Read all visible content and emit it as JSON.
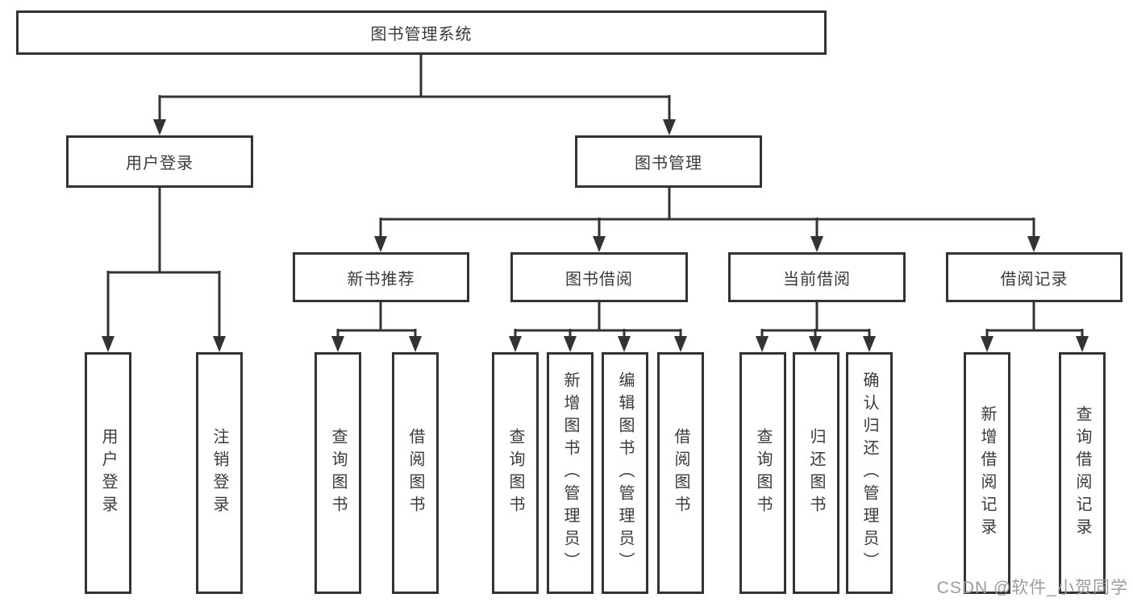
{
  "diagram": {
    "root": {
      "label": "图书管理系统"
    },
    "level1": [
      {
        "label": "用户登录"
      },
      {
        "label": "图书管理"
      }
    ],
    "level2": [
      {
        "label": "新书推荐"
      },
      {
        "label": "图书借阅"
      },
      {
        "label": "当前借阅"
      },
      {
        "label": "借阅记录"
      }
    ],
    "leaves": [
      {
        "label": "用户登录",
        "parent": "用户登录"
      },
      {
        "label": "注销登录",
        "parent": "用户登录"
      },
      {
        "label": "查询图书",
        "parent": "新书推荐"
      },
      {
        "label": "借阅图书",
        "parent": "新书推荐"
      },
      {
        "label": "查询图书",
        "parent": "图书借阅"
      },
      {
        "label": "新增图书（管理员）",
        "parent": "图书借阅"
      },
      {
        "label": "编辑图书（管理员）",
        "parent": "图书借阅"
      },
      {
        "label": "借阅图书",
        "parent": "图书借阅"
      },
      {
        "label": "查询图书",
        "parent": "当前借阅"
      },
      {
        "label": "归还图书",
        "parent": "当前借阅"
      },
      {
        "label": "确认归还（管理员）",
        "parent": "当前借阅"
      },
      {
        "label": "新增借阅记录",
        "parent": "借阅记录"
      },
      {
        "label": "查询借阅记录",
        "parent": "借阅记录"
      }
    ]
  },
  "watermark": "CSDN @软件_小贺同学",
  "colors": {
    "line": "#333333",
    "background": "#ffffff",
    "watermark": "#9c9c9c"
  }
}
